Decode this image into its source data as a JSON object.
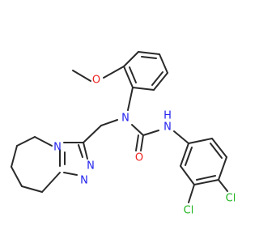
{
  "molecule": {
    "atom_labels": {
      "methoxy_o": "O",
      "urea_n": "N",
      "urea_o": "O",
      "nh": "H",
      "nh_n": "N",
      "triazole_n_ring": "N",
      "triazole_n_a": "N",
      "triazole_n_b": "N",
      "cl_top": "Cl",
      "cl_bottom": "Cl"
    },
    "colors": {
      "carbon": "#2a2a2a",
      "nitrogen": "#2222ee",
      "oxygen": "#ee2222",
      "chlorine": "#1fb51f"
    }
  }
}
